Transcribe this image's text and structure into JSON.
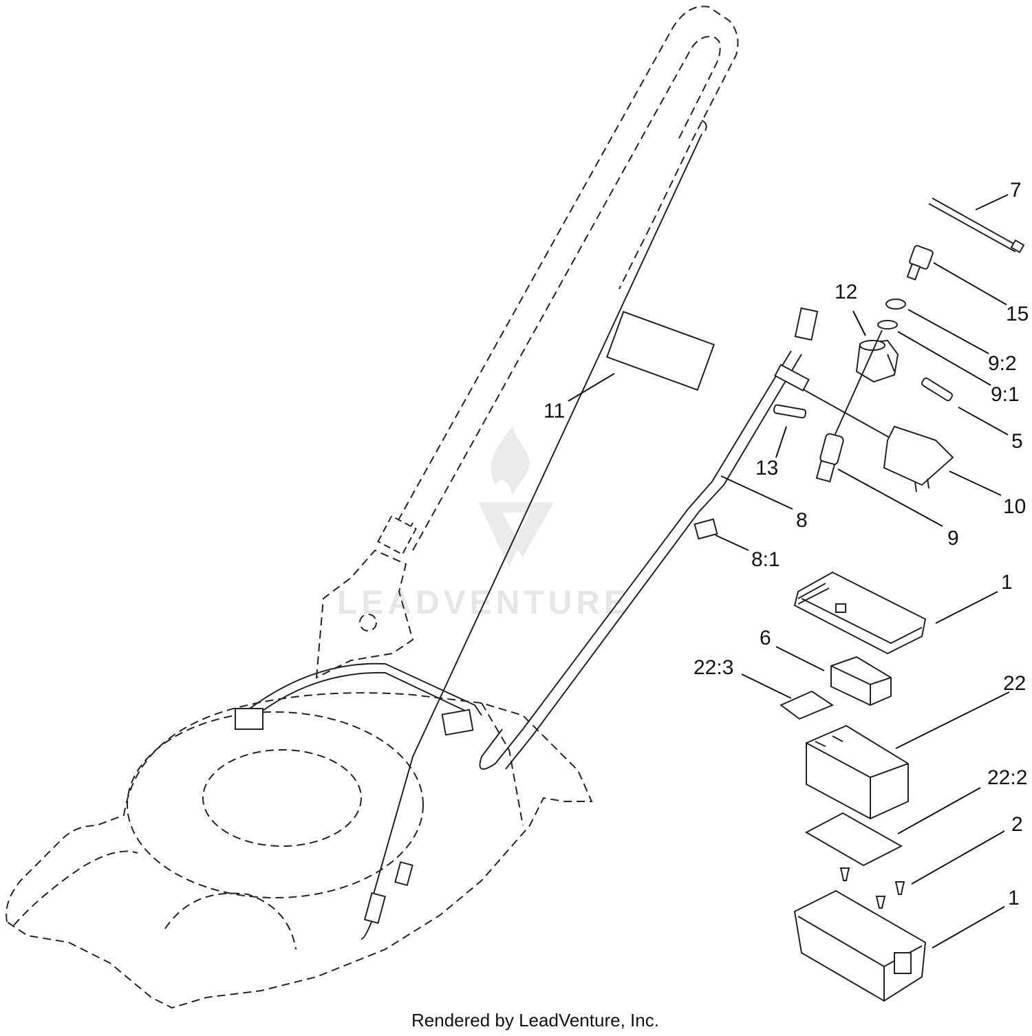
{
  "credit": "Rendered by LeadVenture, Inc.",
  "watermark": "LEADVENTURE",
  "callouts": [
    "7",
    "15",
    "12",
    "9:2",
    "9:1",
    "11",
    "5",
    "13",
    "10",
    "8",
    "9",
    "8:1",
    "1",
    "6",
    "22:3",
    "22",
    "22:2",
    "2",
    "1"
  ]
}
